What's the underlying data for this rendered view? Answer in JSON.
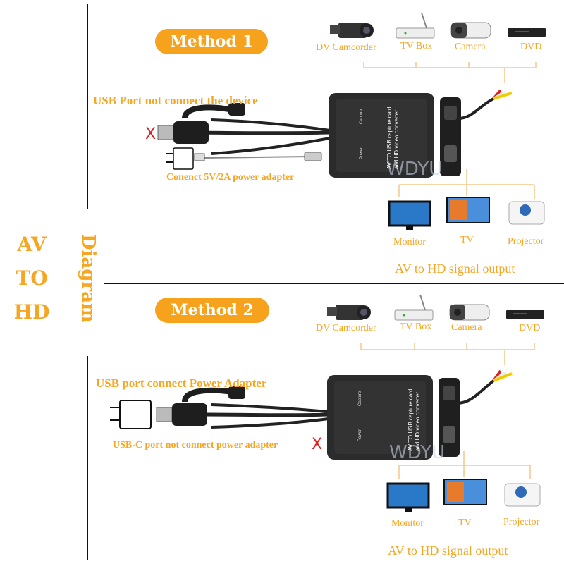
{
  "side": {
    "line1": "AV",
    "line2": "TO",
    "line3": "HD",
    "vertical": "Diagram"
  },
  "method1": {
    "title": "Method 1",
    "sources": [
      "DV Camcorder",
      "TV Box",
      "Camera",
      "DVD"
    ],
    "usb_note": "USB Port not connect the device",
    "power_note": "Conenct 5V/2A power adapter",
    "outputs": [
      "Monitor",
      "TV",
      "Projector"
    ],
    "output_caption": "AV to HD signal output",
    "x_mark": "X"
  },
  "method2": {
    "title": "Method 2",
    "sources": [
      "DV Camcorder",
      "TV Box",
      "Camera",
      "DVD"
    ],
    "usb_note": "USB port connect Power Adapter",
    "usbc_note": "USB-C port not connect power adapter",
    "outputs": [
      "Monitor",
      "TV",
      "Projector"
    ],
    "output_caption": "AV to HD signal output",
    "x_mark": "X"
  },
  "device": {
    "label_line1": "AV TO USB capture card",
    "label_line2": "and HD video converter",
    "capture": "Capture",
    "power": "Power",
    "watermark": "WDYU"
  },
  "colors": {
    "accent": "#f6a21c",
    "line": "#f3c98a",
    "x": "#e02020",
    "device": "#2b2b2b"
  }
}
